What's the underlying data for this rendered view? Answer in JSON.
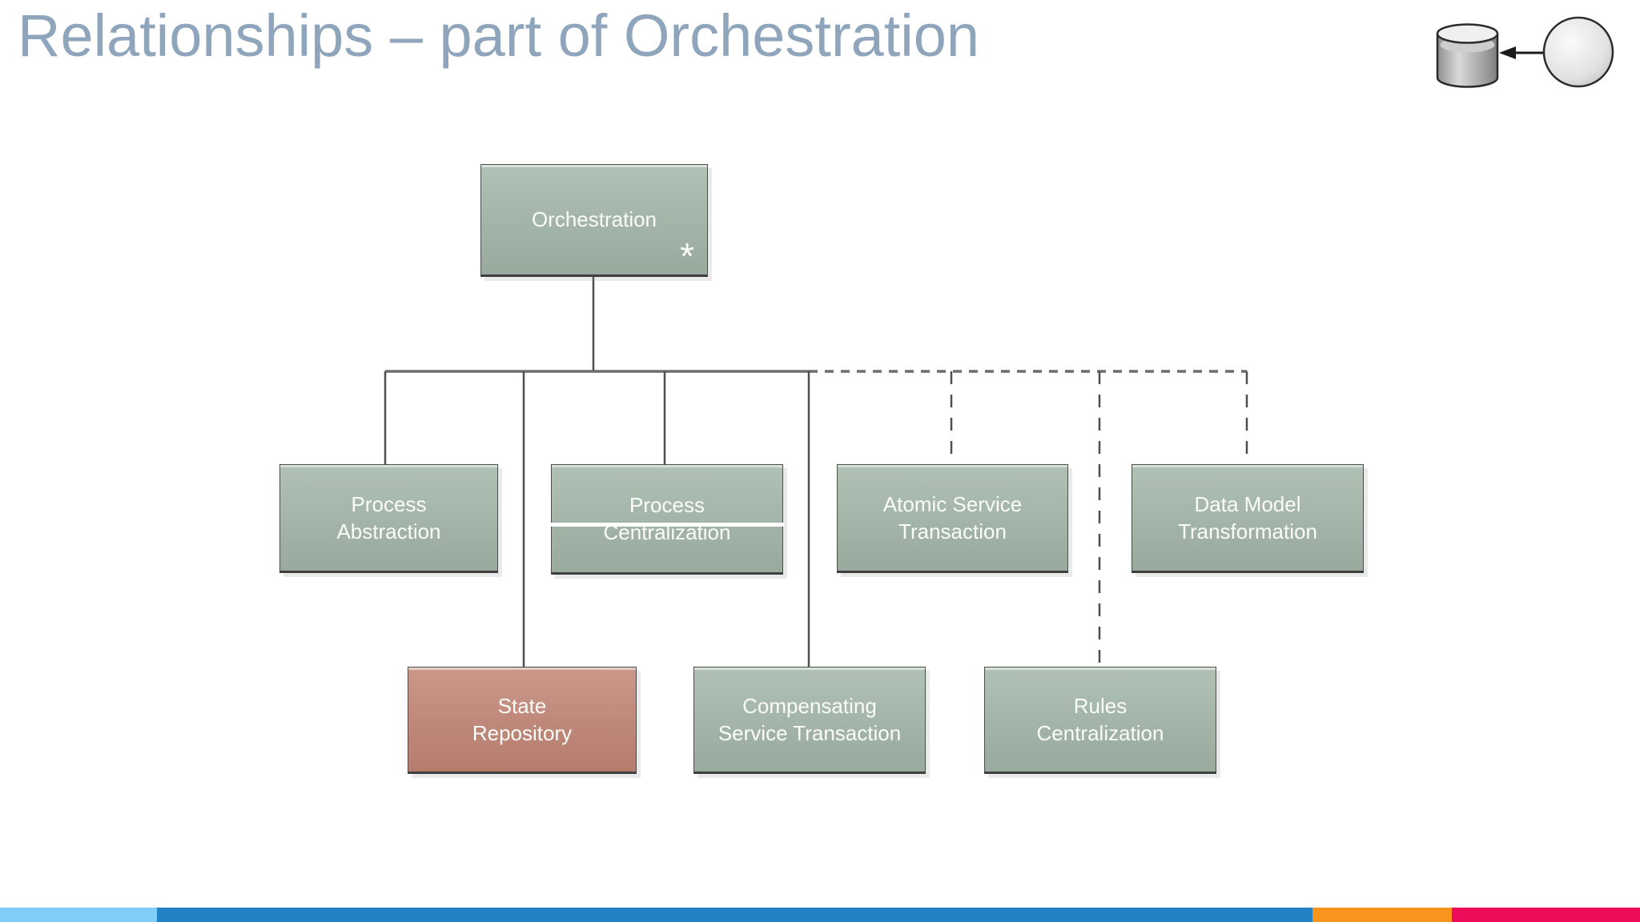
{
  "title": {
    "text": "Relationships – part of Orchestration"
  },
  "colors": {
    "title": "#8ea5bb",
    "pattern_green": "#a1b5a7",
    "repository_salmon": "#c08473",
    "connector_gray": "#4f4f4f",
    "footer_light_blue": "#7fcdf8",
    "footer_blue": "#2282c3",
    "footer_orange": "#f8951e",
    "footer_pink": "#ee0b5a"
  },
  "nodes": {
    "orchestration": {
      "label": "Orchestration",
      "marker": "*",
      "fill": "#a1b5a7"
    },
    "process_abstraction": {
      "label": "Process\nAbstraction",
      "fill": "#a1b5a7"
    },
    "process_centralization": {
      "label": "Process\nCentralization",
      "fill": "#a1b5a7"
    },
    "atomic_service_transaction": {
      "label": "Atomic Service\nTransaction",
      "fill": "#a1b5a7"
    },
    "data_model_transformation": {
      "label": "Data Model\nTransformation",
      "fill": "#a1b5a7"
    },
    "state_repository": {
      "label": "State\nRepository",
      "fill": "#c08473"
    },
    "compensating_service_transaction": {
      "label": "Compensating\nService Transaction",
      "fill": "#a1b5a7"
    },
    "rules_centralization": {
      "label": "Rules\nCentralization",
      "fill": "#a1b5a7"
    }
  },
  "footer_bar": {
    "segments": [
      {
        "name": "light-blue",
        "color": "#7fcdf8"
      },
      {
        "name": "blue",
        "color": "#2282c3"
      },
      {
        "name": "orange",
        "color": "#f8951e"
      },
      {
        "name": "pink",
        "color": "#ee0b5a"
      }
    ]
  }
}
